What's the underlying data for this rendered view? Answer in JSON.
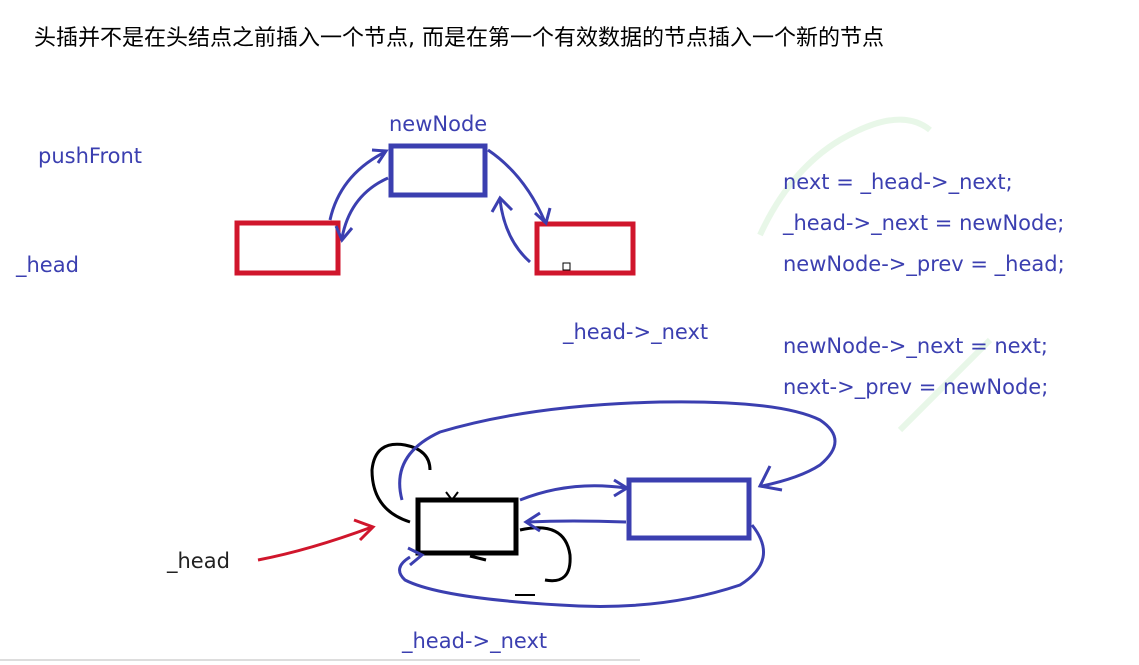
{
  "title": "头插并不是在头结点之前插入一个节点, 而是在第一个有效数据的节点插入一个新的节点",
  "top_diagram": {
    "label_pushfront": "pushFront",
    "label_newnode": "newNode",
    "label_head": "_head",
    "label_head_next": "_head->_next"
  },
  "code_lines": [
    "next = _head->_next;",
    "_head->_next = newNode;",
    "newNode->_prev = _head;",
    "newNode->_next = next;",
    "next->_prev = newNode;"
  ],
  "bottom_diagram": {
    "label_head": "_head",
    "label_head_next": "_head->_next"
  },
  "colors": {
    "blue": "#3b3fb0",
    "red": "#d0162c",
    "black": "#000000"
  }
}
